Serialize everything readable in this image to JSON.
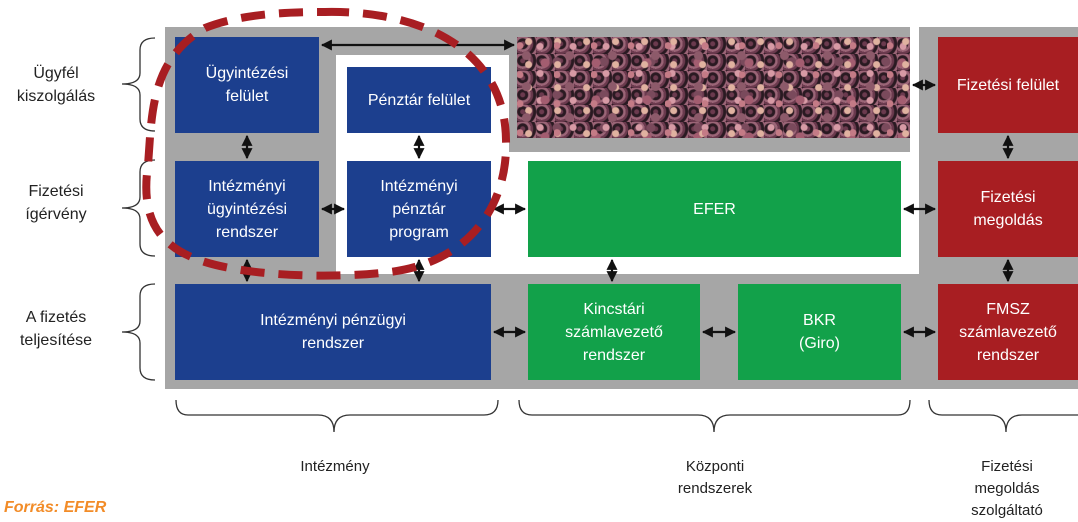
{
  "row_labels": {
    "customer_service": "Ügyfél\nkiszolgálás",
    "payment_claim": "Fizetési\nígérvény",
    "payment_fulfillment": "A fizetés\nteljesítése"
  },
  "boxes": {
    "ugyintezesi_felulet": "Ügyintézési\nfelület",
    "penztar_felulet": "Pénztár felület",
    "fizetesi_felulet": "Fizetési felület",
    "intezmenyi_ugyintezesi_rendszer": "Intézményi\nügyintézési\nrendszer",
    "intezmenyi_penztar_program": "Intézményi\npénztár\nprogram",
    "efer": "EFER",
    "fizetesi_megoldas": "Fizetési\nmegoldás",
    "intezmenyi_penzugyi_rendszer": "Intézményi pénzügyi\nrendszer",
    "kincstari_szamlavezeto_rendszer": "Kincstári\nszámlavezető\nrendszer",
    "bkr_giro": "BKR\n(Giro)",
    "fmsz_szamlavezeto_rendszer": "FMSZ\nszámlavezető\nrendszer"
  },
  "column_labels": {
    "institution": "Intézmény",
    "central_systems": "Központi\nrendszerek",
    "payment_provider": "Fizetési\nmegoldás\nszolgáltató"
  },
  "crowd_image": "crowd photo",
  "source": "Forrás: EFER",
  "colors": {
    "blue": "#1c3f8e",
    "green": "#12a14a",
    "red": "#a81e22",
    "panel": "#a6a6a6",
    "dashed_outline": "#a81e22",
    "source_text": "#f28c28"
  }
}
